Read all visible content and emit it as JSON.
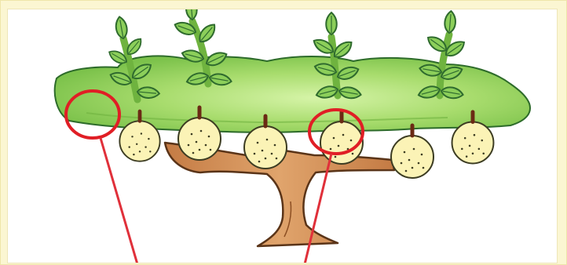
{
  "figure": {
    "canopy_color": "#8fcf57",
    "canopy_highlight": "#c9ee9a",
    "canopy_outline": "#2d6b2a",
    "trunk_color": "#d08a52",
    "trunk_outline": "#5a3418",
    "pear_color": "#fbf3b6",
    "pear_outline": "#4a4a2a",
    "leaf_color": "#8ccf5a",
    "leaf_outline": "#2f6b2e",
    "highlight_circle_color": "#e01e25",
    "pointer_color": "#e0303a",
    "frame_color": "#fbf6d2",
    "callouts": [
      {
        "name": "canopy-edge-callout",
        "icon": "red-circle"
      },
      {
        "name": "pear-callout",
        "icon": "red-circle"
      }
    ]
  }
}
